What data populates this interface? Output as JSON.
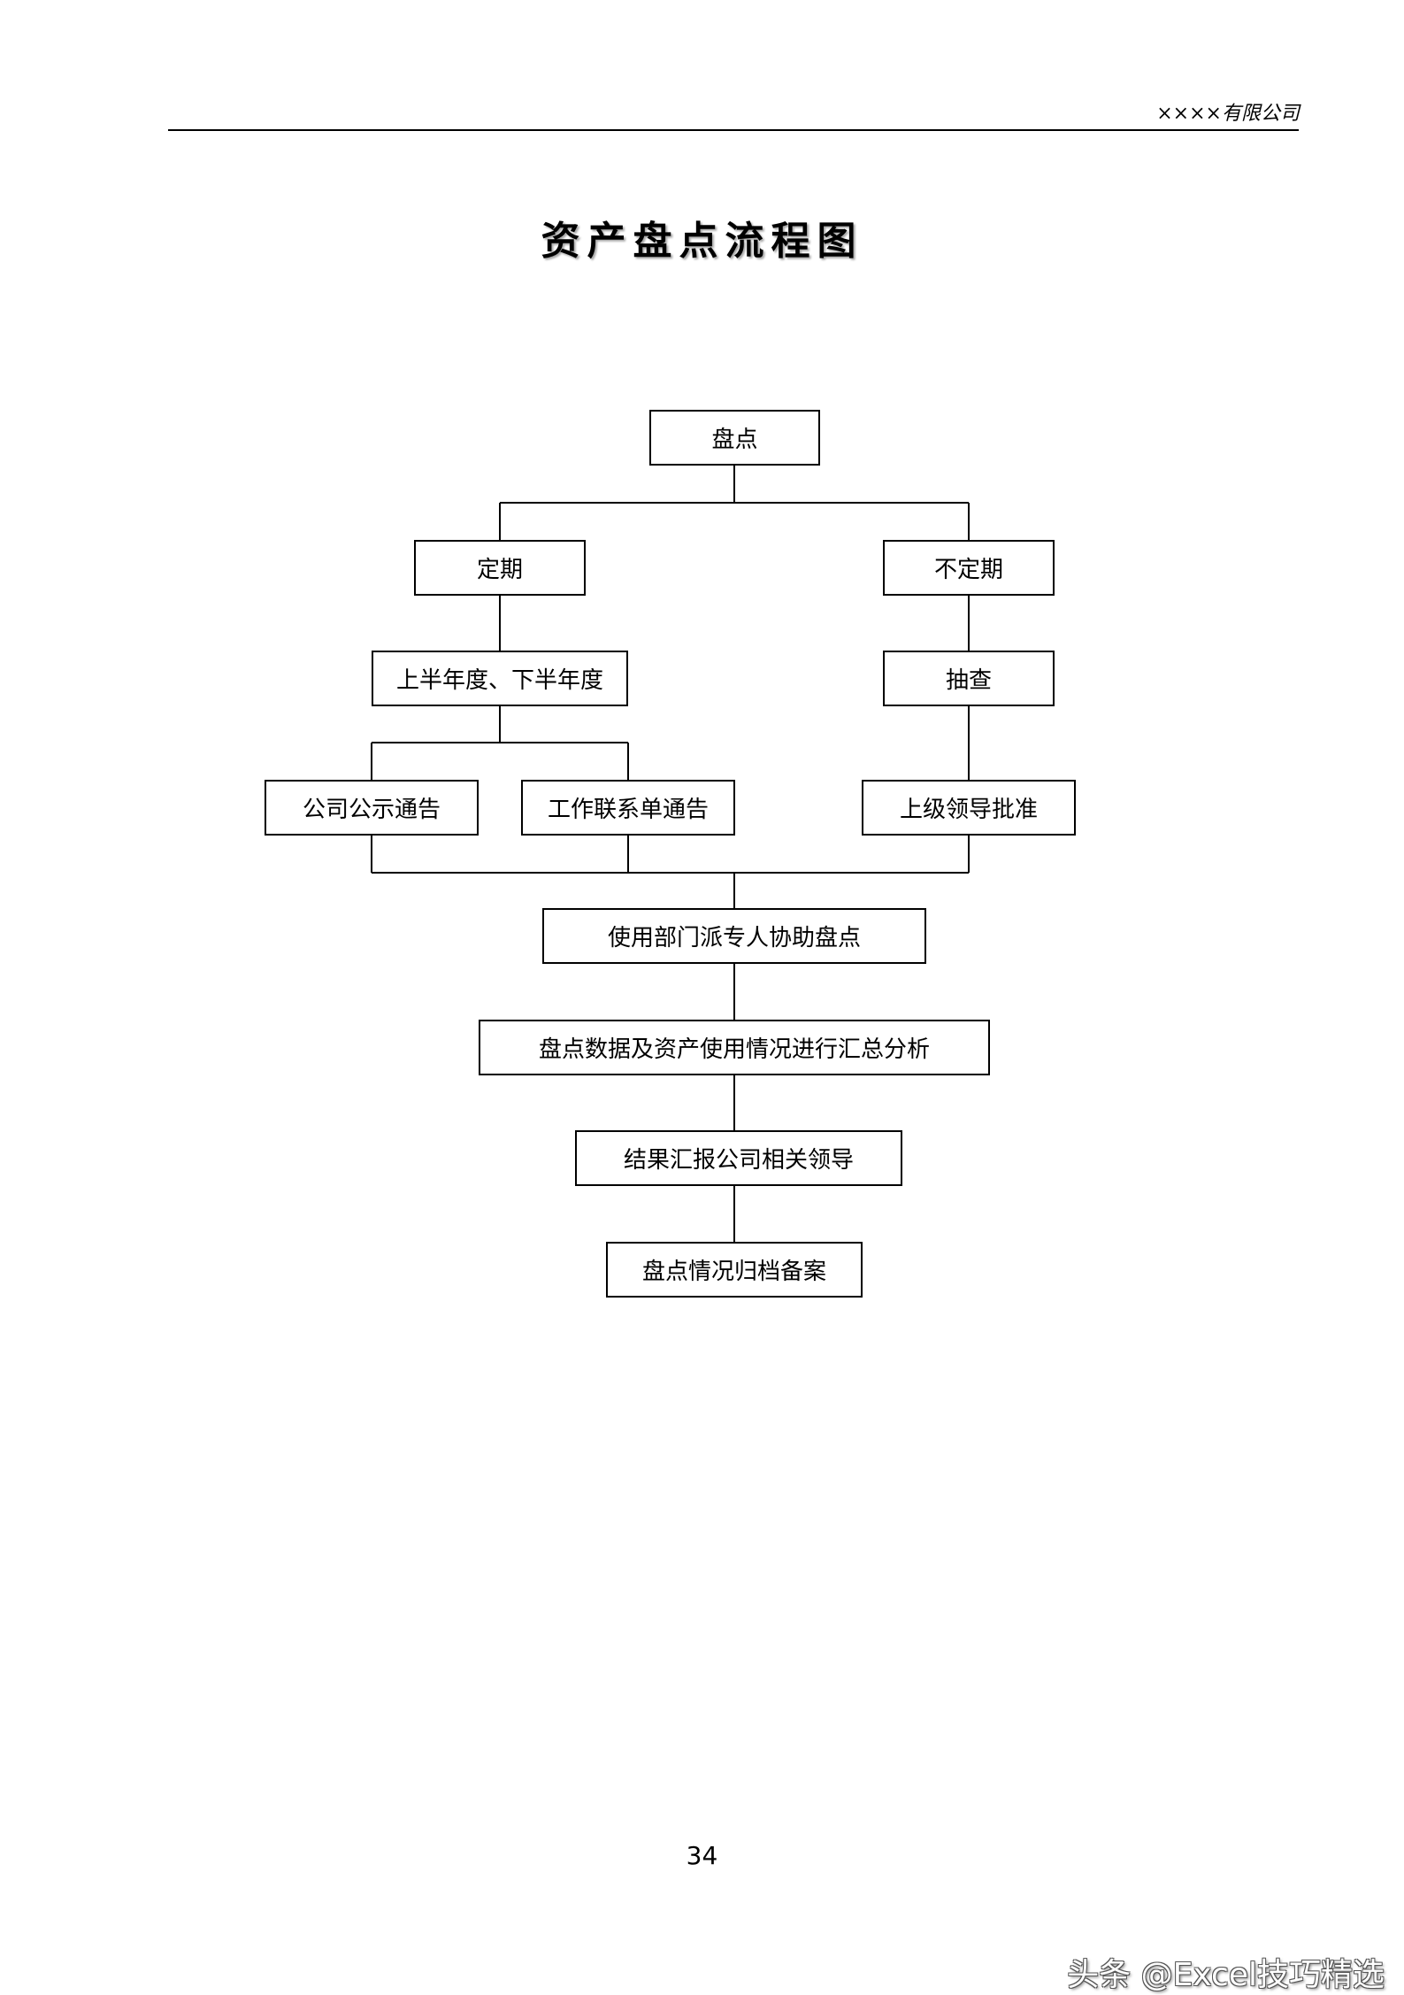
{
  "header": {
    "company": "××××有限公司"
  },
  "title": "资产盘点流程图",
  "flowchart": {
    "nodes": {
      "inventory": "盘点",
      "periodic": "定期",
      "non_periodic": "不定期",
      "half_year": "上半年度、下半年度",
      "spot_check": "抽查",
      "company_notice": "公司公示通告",
      "work_contact_notice": "工作联系单通告",
      "superior_approval": "上级领导批准",
      "dept_assist": "使用部门派专人协助盘点",
      "summary_analysis": "盘点数据及资产使用情况进行汇总分析",
      "report_leaders": "结果汇报公司相关领导",
      "archive": "盘点情况归档备案"
    }
  },
  "page_number": "34",
  "watermark": "头条 @Excel技巧精选"
}
